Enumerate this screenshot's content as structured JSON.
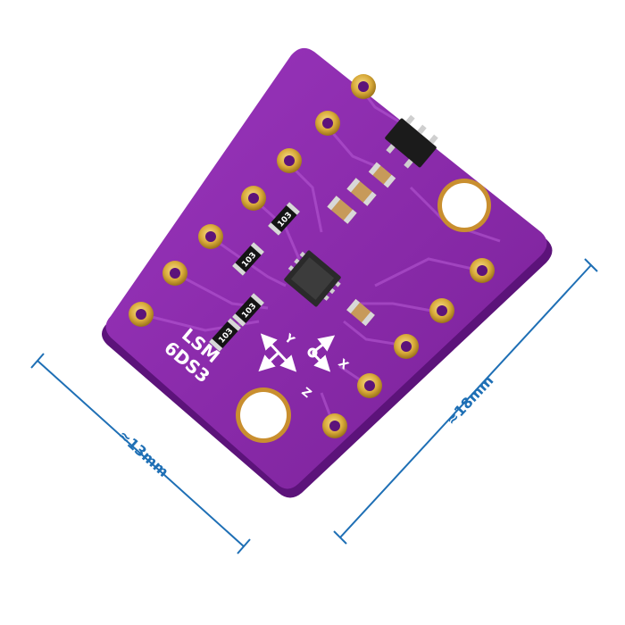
{
  "product": {
    "name_line1": "LSM",
    "name_line2": "6DS3"
  },
  "axes": {
    "x_label": "X",
    "y_label": "Y",
    "z_label": "Z"
  },
  "resistor_markings": [
    "103",
    "103",
    "103",
    "103"
  ],
  "dimensions": {
    "width_label": "≈13mm",
    "height_label": "≈18mm"
  },
  "colors": {
    "pcb": "#8e2db0",
    "pcb_dark": "#5c137a",
    "pad_gold": "#d9ab3a",
    "dimension_line": "#1e6fb5",
    "silkscreen": "#ffffff"
  }
}
